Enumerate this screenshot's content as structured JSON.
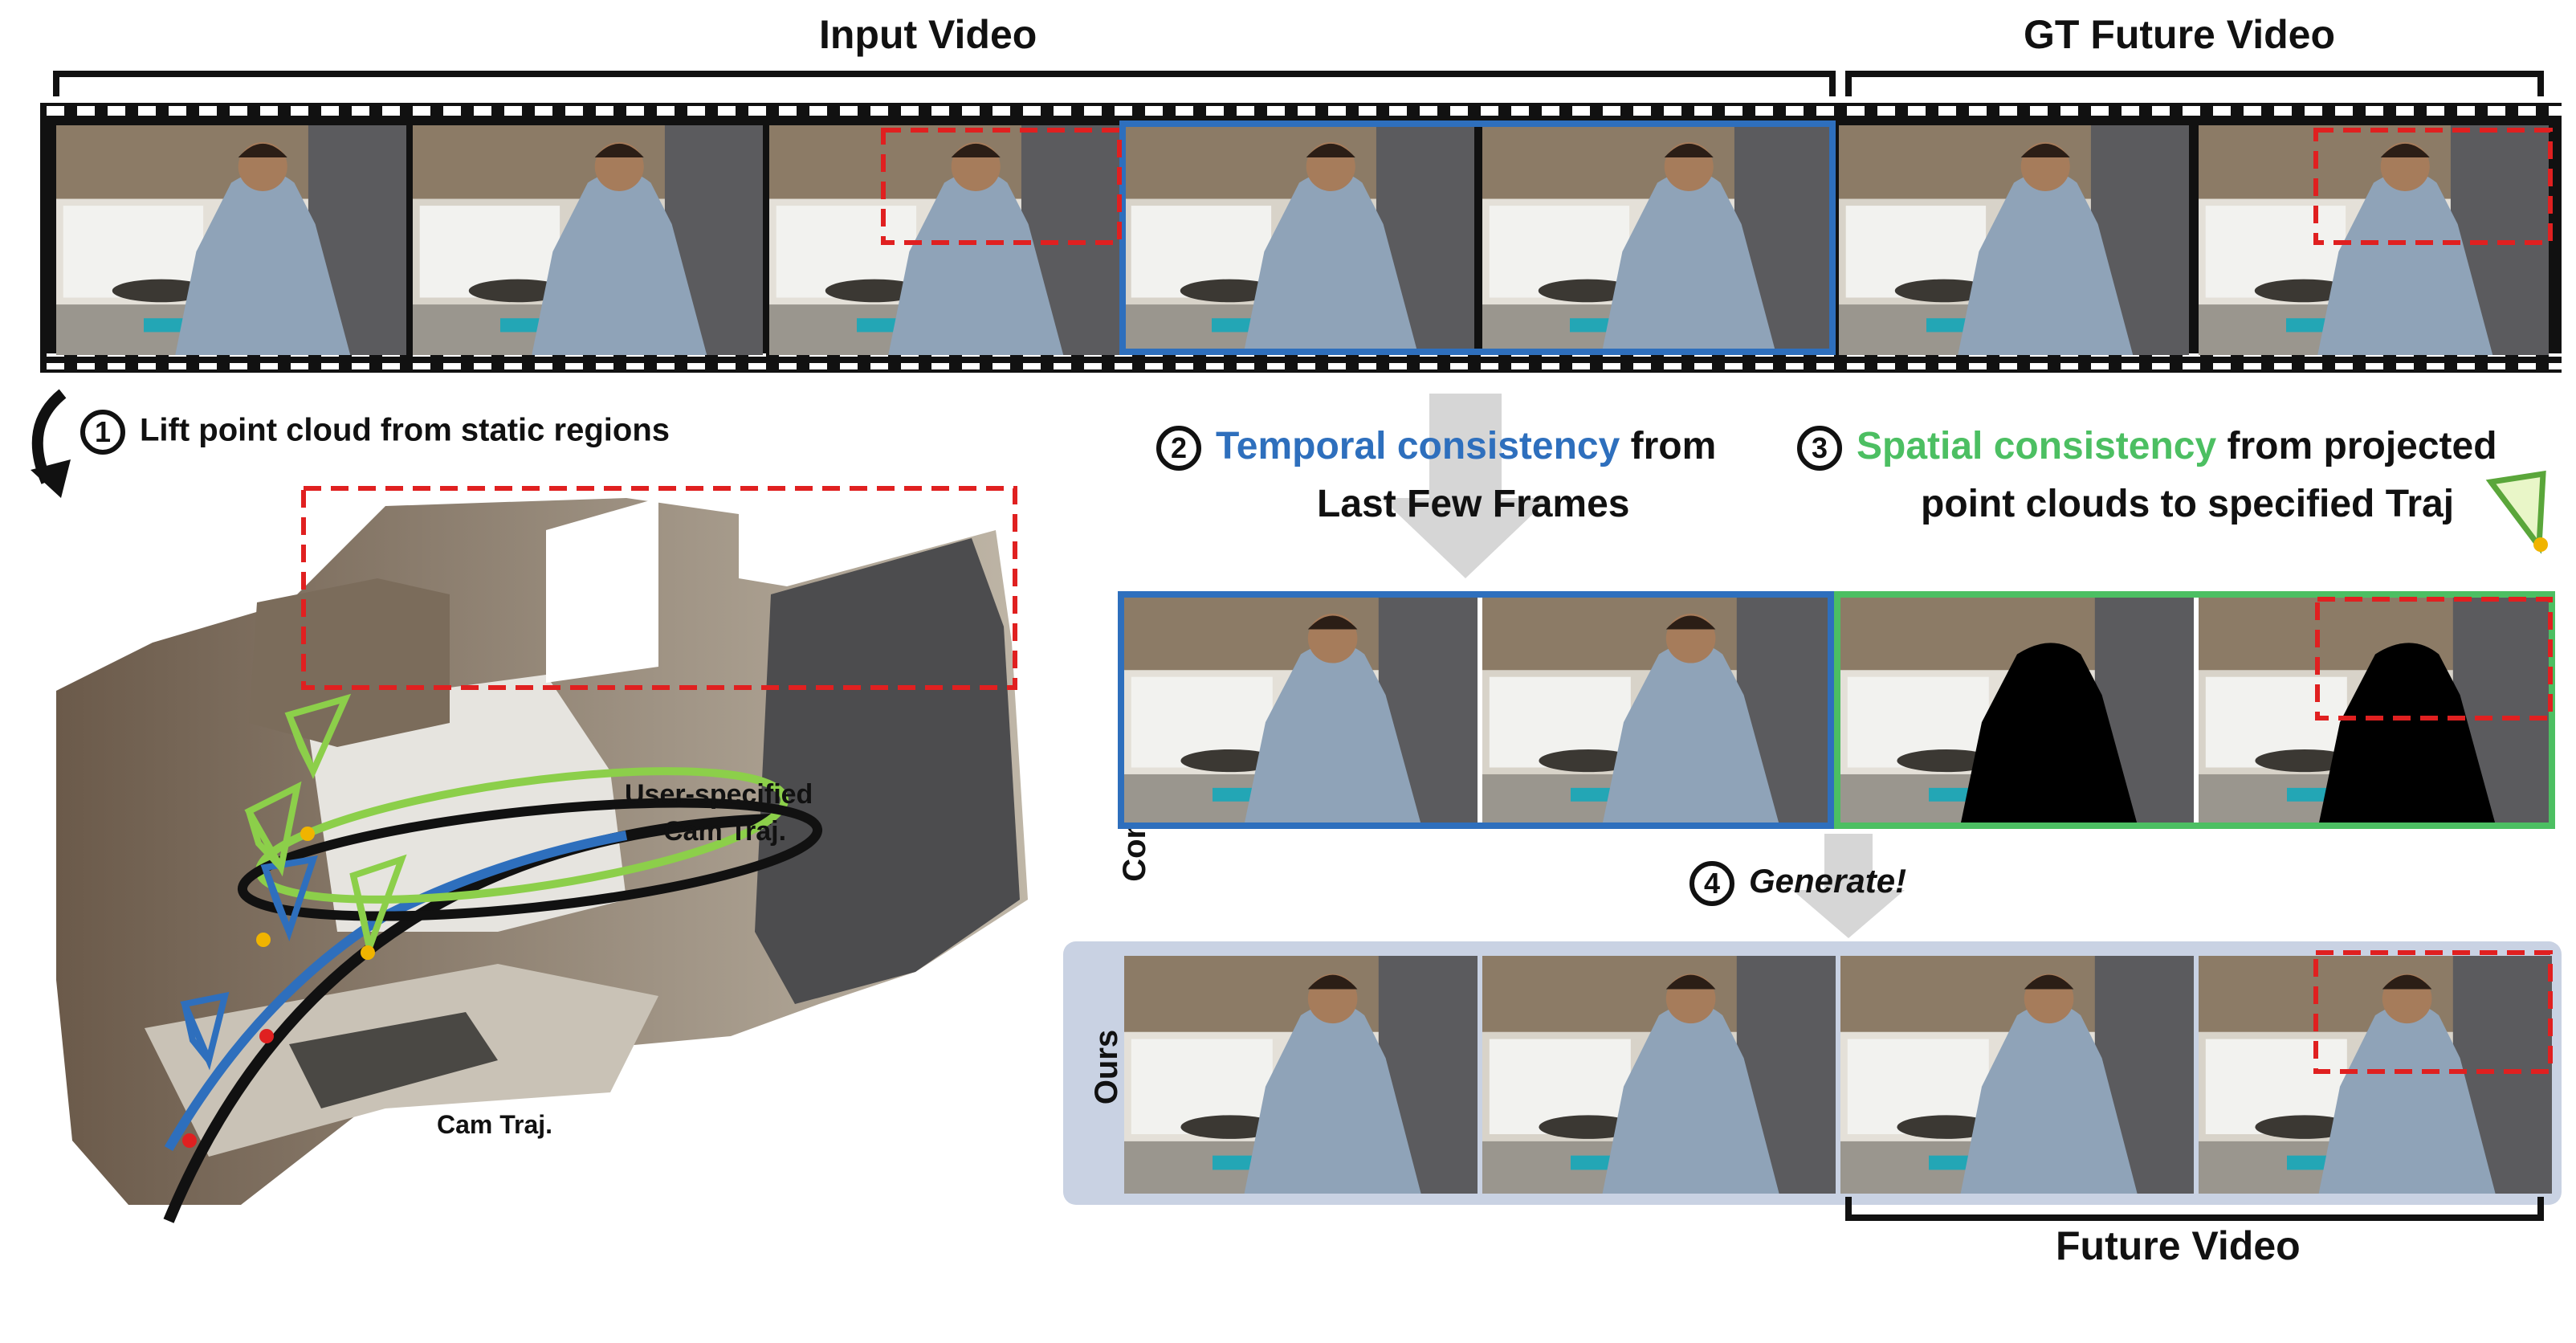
{
  "headers": {
    "input_video": "Input Video",
    "gt_future_video": "GT Future Video",
    "future_video": "Future Video"
  },
  "steps": {
    "step1": {
      "num": "1",
      "text": "Lift point cloud from static regions"
    },
    "step2": {
      "num": "2",
      "highlight": "Temporal consistency",
      "rest": " from",
      "line2": "Last Few Frames"
    },
    "step3": {
      "num": "3",
      "highlight": "Spatial consistency",
      "rest": " from projected",
      "line2": "point clouds to specified Traj"
    },
    "step4": {
      "num": "4",
      "text": "Generate!"
    }
  },
  "row_labels": {
    "condition": "Condition",
    "ours": "Ours"
  },
  "point_cloud_labels": {
    "user_traj_line1": "User-specified",
    "user_traj_line2": "Cam Traj.",
    "cam_traj": "Cam Traj."
  },
  "colors": {
    "blue": "#2e6fbd",
    "green": "#4cbf62",
    "red_dashed": "#e02020",
    "ours_bg": "#c9d2e3",
    "arrow_gray": "#d6d6d6",
    "film": "#111111"
  },
  "icons": [
    "curved-arrow-icon",
    "down-arrow-icon",
    "camera-frustum-icon"
  ]
}
